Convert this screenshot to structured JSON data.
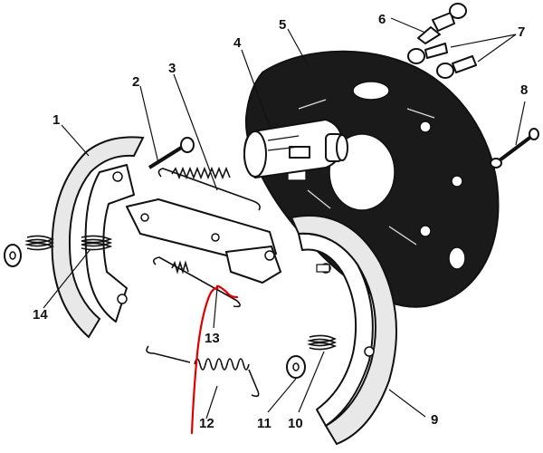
{
  "labels": {
    "p1": "1",
    "p2": "2",
    "p3": "3",
    "p4": "4",
    "p5": "5",
    "p6": "6",
    "p7": "7",
    "p8": "8",
    "p9": "9",
    "p10": "10",
    "p11": "11",
    "p12": "12",
    "p13": "13",
    "p14": "14"
  },
  "colors": {
    "ink": "#111111",
    "annotation": "#e00000",
    "background": "#ffffff"
  }
}
